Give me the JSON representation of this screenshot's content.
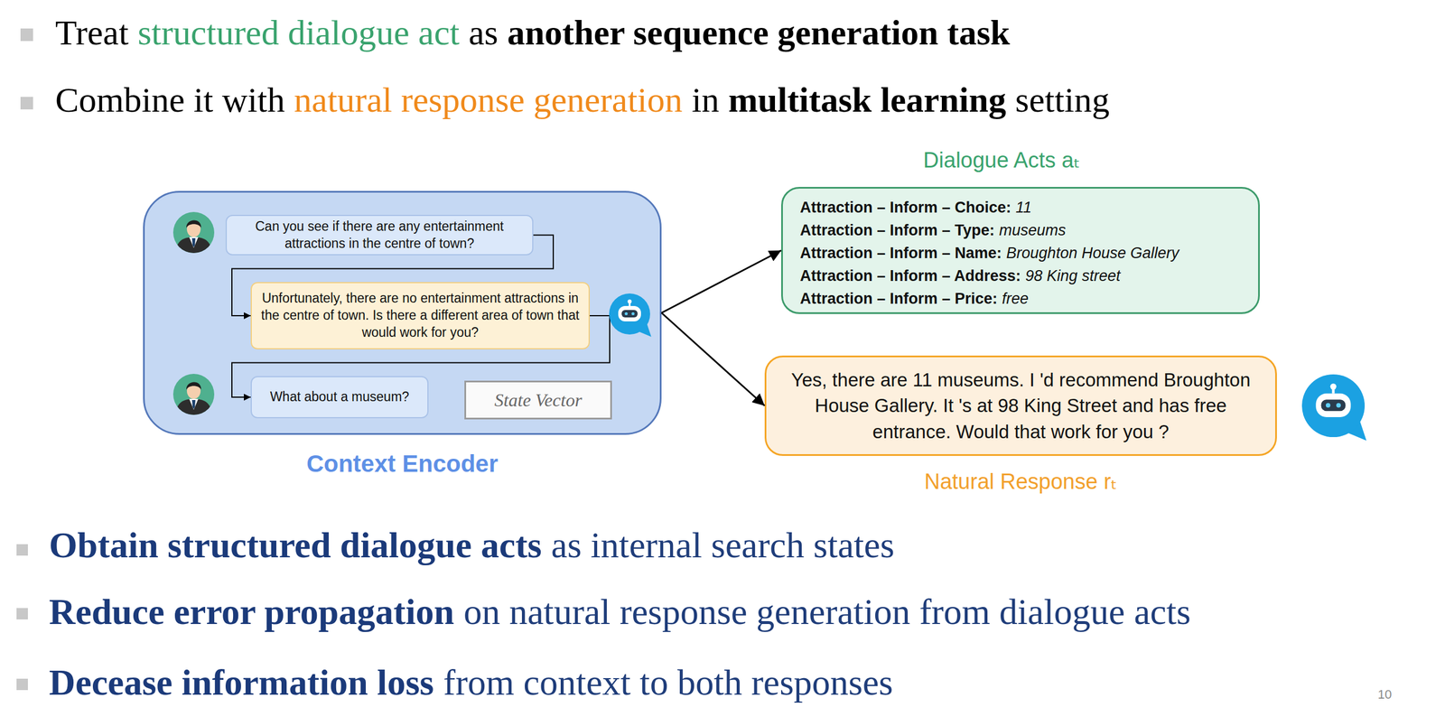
{
  "diagram": {
    "nodes": [
      {
        "text": [
          "Context Encoder"
        ]
      },
      {
        "text": [
          "Can you see if there are any entertainment attractions in the centre of town?"
        ],
        "in": 0
      },
      {
        "text": [
          "Unfortunately, there are no entertainment attractions in the centre of town. Is there a different area of town that would work for you?"
        ],
        "in": 0
      },
      {
        "text": [
          "What about a museum?"
        ],
        "in": 0
      },
      {
        "text": [
          "State Vector"
        ],
        "in": 0
      },
      {
        "text": [
          "Dialogue Acts aₜ",
          "Attraction – Inform – Choice:",
          "11",
          "Attraction – Inform – Type:",
          "museums",
          "Attraction – Inform – Name:",
          "Broughton House Gallery",
          "Attraction – Inform – Address:",
          "98 King street",
          "Attraction – Inform – Price:",
          "free"
        ]
      },
      {
        "text": [
          "Yes, there are 11 museums. I 'd recommend Broughton House Gallery. It 's at 98 King Street and has free entrance. Would that work for you ?",
          "Natural Response rₜ"
        ]
      }
    ],
    "edges": [
      {
        "from": 1,
        "to": 2,
        "arrow": "to"
      },
      {
        "from": 2,
        "to": 3,
        "arrow": "to"
      },
      {
        "from": 0,
        "to": 5,
        "arrow": "to"
      },
      {
        "from": 0,
        "to": 6,
        "arrow": "to"
      }
    ],
    "labels": [
      "Treat",
      "structured dialogue act",
      "as",
      "another sequence generation task",
      "Combine it with",
      "natural response generation",
      "in",
      "multitask learning",
      "setting",
      "Obtain structured dialogue acts",
      "as internal search states",
      "Reduce error propagation",
      "on natural response generation from dialogue acts",
      "Decease information loss",
      "from context to both responses",
      "10"
    ]
  }
}
